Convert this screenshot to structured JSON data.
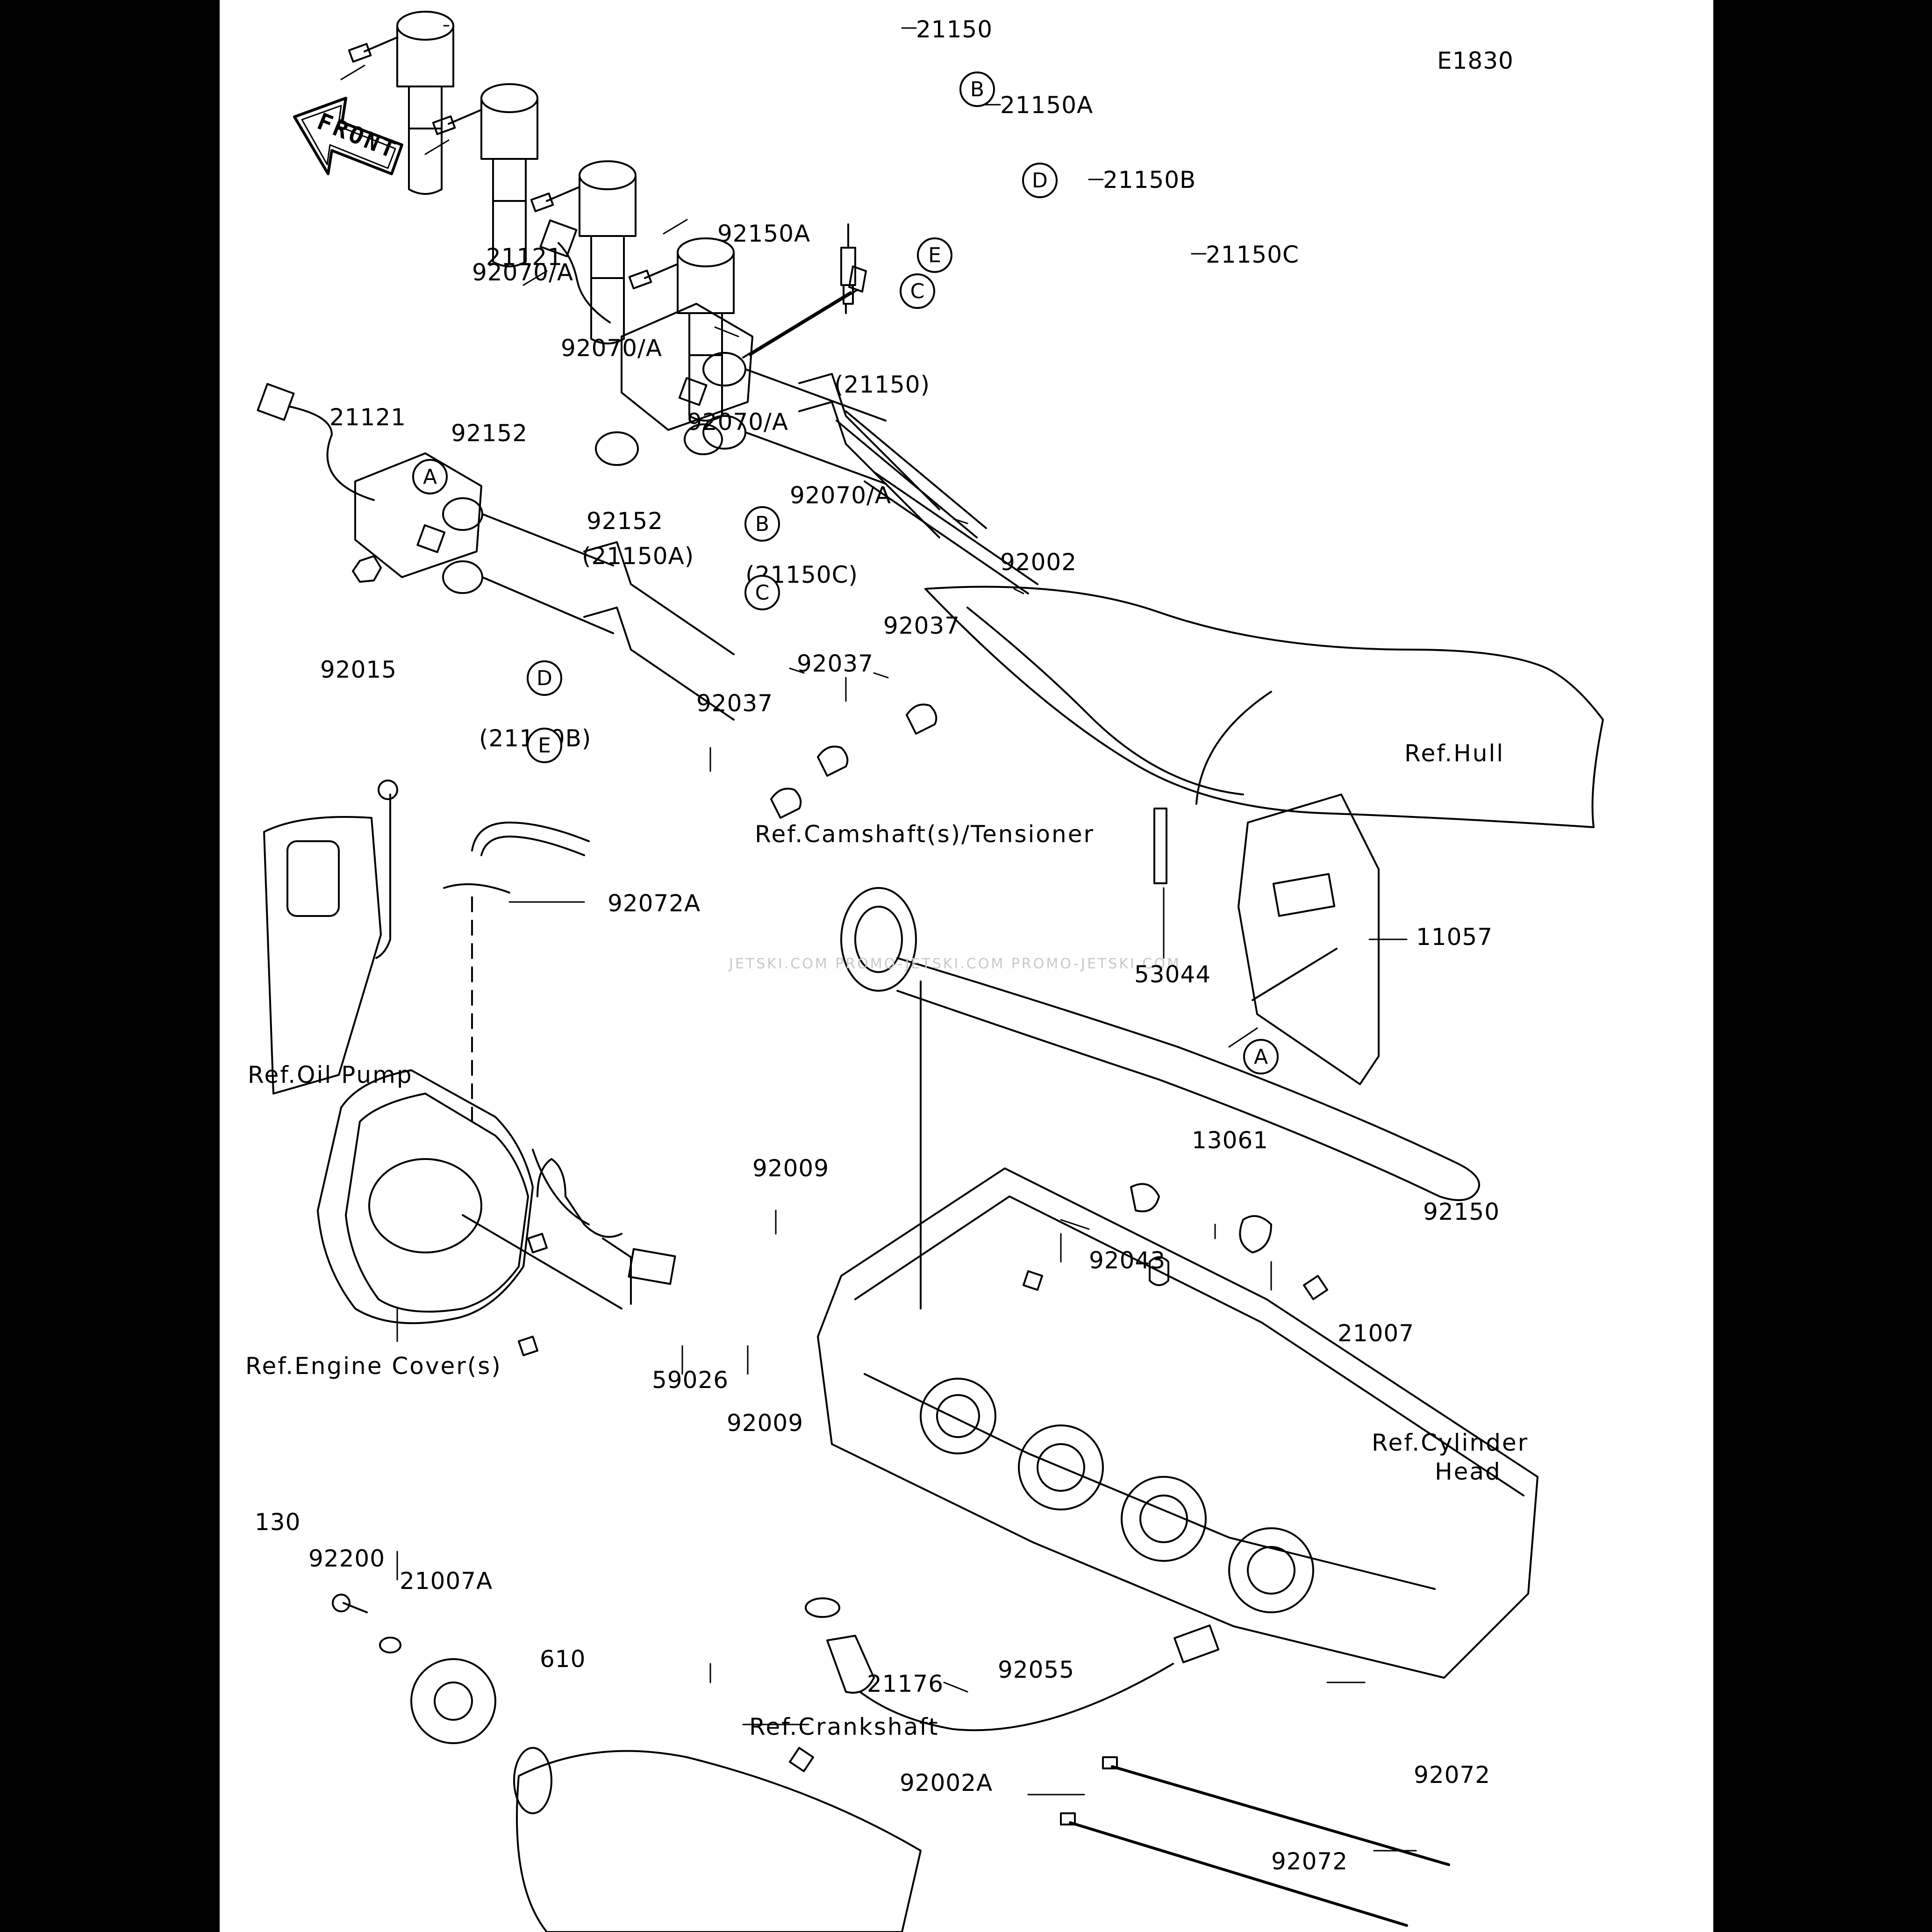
{
  "diagram_code": "E1830",
  "front_label": "FRONT",
  "watermark": "JETSKI.COM   PROMO-JETSKI.COM   PROMO-JETSKI.COM",
  "parts": {
    "p21150": "21150",
    "p21150A": "21150A",
    "p21150B": "21150B",
    "p21150C": "21150C",
    "p92070_1": "92070/A",
    "p92070_2": "92070/A",
    "p92070_3": "92070/A",
    "p92070_4": "92070/A",
    "p92002_top": "92002",
    "p21121_top": "21121",
    "p21121_left": "21121",
    "p92150A": "92150A",
    "p21150_paren": "(21150)",
    "p21150C_paren": "(21150C)",
    "p21150A_paren": "(21150A)",
    "p21150B_paren": "(21150B)",
    "p92152_1": "92152",
    "p92152_2": "92152",
    "p92015": "92015",
    "p92037_1": "92037",
    "p92037_2": "92037",
    "p92037_3": "92037",
    "p92072A": "92072A",
    "p53044": "53044",
    "p11057": "11057",
    "p13061": "13061",
    "p92150": "92150",
    "p92043": "92043",
    "p21007": "21007",
    "p92009_1": "92009",
    "p92009_2": "92009",
    "p59026": "59026",
    "p130": "130",
    "p92200": "92200",
    "p21007A": "21007A",
    "p610": "610",
    "p21176": "21176",
    "p92055": "92055",
    "p92002A": "92002A",
    "p92072_1": "92072",
    "p92072_2": "92072"
  },
  "refs": {
    "hull": "Ref.Hull",
    "camshaft": "Ref.Camshaft(s)/Tensioner",
    "oil_pump": "Ref.Oil Pump",
    "engine_cover": "Ref.Engine Cover(s)",
    "cylinder_head_1": "Ref.Cylinder",
    "cylinder_head_2": "Head",
    "crankshaft": "Ref.Crankshaft"
  },
  "callouts": {
    "b_top": "B",
    "d_top": "D",
    "e_top": "E",
    "c_top": "C",
    "a_coil": "A",
    "b_lead": "B",
    "c_lead": "C",
    "d_lead": "D",
    "e_lead": "E",
    "a_bracket": "A"
  }
}
